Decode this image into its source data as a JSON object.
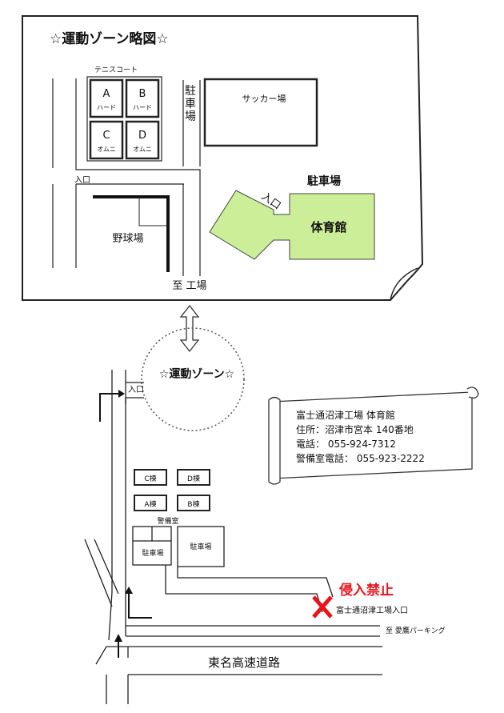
{
  "zone_map": {
    "title": "☆運動ゾーン略図☆",
    "tennis_label": "テニスコート",
    "courts": [
      {
        "letter": "A",
        "surface": "ハード"
      },
      {
        "letter": "B",
        "surface": "ハード"
      },
      {
        "letter": "C",
        "surface": "オムニ"
      },
      {
        "letter": "D",
        "surface": "オムニ"
      }
    ],
    "parking_vertical": [
      "駐",
      "車",
      "場"
    ],
    "soccer": "サッカー場",
    "parking": "駐車場",
    "entrance_gym": "入口",
    "gymnasium": "体育館",
    "entrance_left": "入口",
    "baseball": "野球場",
    "to_factory": "至 工場"
  },
  "area_map": {
    "zone_label": "☆運動ゾーン☆",
    "entrance": "入口",
    "buildings": [
      "C棟",
      "D棟",
      "A棟",
      "B棟"
    ],
    "guard_room": "警備室",
    "parking_left": "駐車場",
    "parking_right": "駐車場",
    "no_entry": "侵入禁止",
    "factory_entrance": "富士通沼津工場入口",
    "to_parking": "至 愛鷹パーキング",
    "highway": "東名高速道路"
  },
  "info_scroll": {
    "line1": "富士通沼津工場 体育館",
    "line2": "住所：沼津市宮本 140番地",
    "line3": "電話： 055-924-7312",
    "line4": "警備室電話： 055-923-2222"
  },
  "colors": {
    "gym_fill": "#ccee99",
    "no_entry": "#e8141b"
  }
}
